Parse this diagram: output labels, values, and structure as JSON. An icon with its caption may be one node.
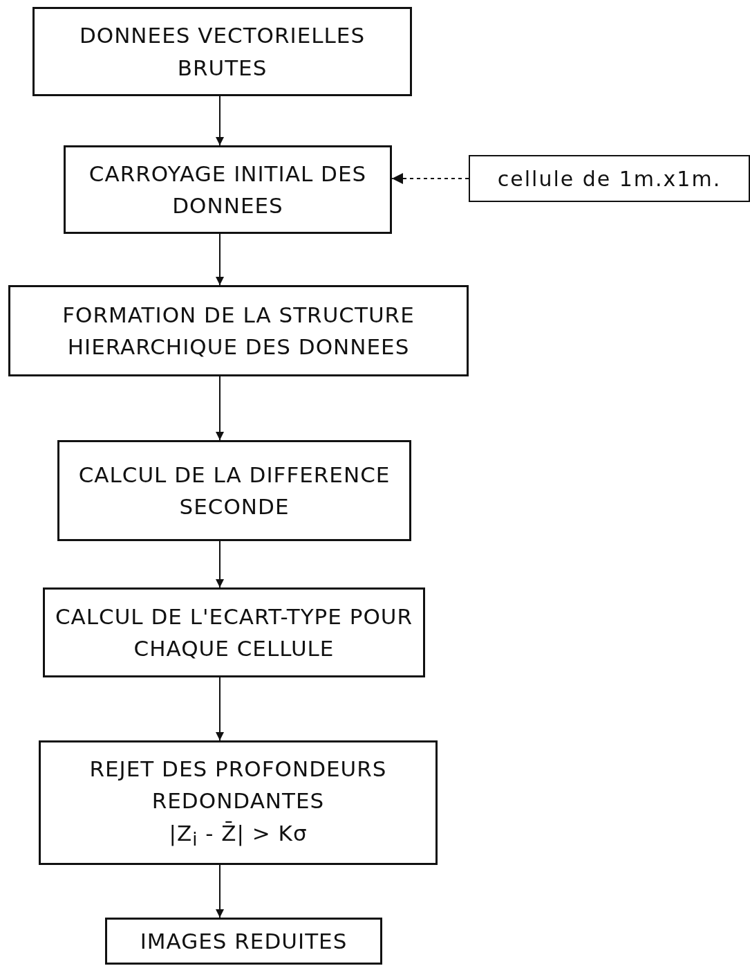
{
  "diagram": {
    "nodes": [
      {
        "text": [
          "DONNEES VECTORIELLES BRUTES"
        ]
      },
      {
        "text": [
          "CARROYAGE INITIAL DES DONNEES"
        ]
      },
      {
        "text": [
          "cellule de 1m.x1m."
        ]
      },
      {
        "text": [
          "FORMATION DE LA STRUCTURE HIERARCHIQUE DES DONNEES"
        ]
      },
      {
        "text": [
          "CALCUL DE LA DIFFERENCE SECONDE"
        ]
      },
      {
        "text": [
          "CALCUL DE L'ECART-TYPE POUR CHAQUE CELLULE"
        ]
      },
      {
        "text": [
          "REJET DES PROFONDEURS REDONDANTES",
          "|Z$_{i}$ - Z̄| > Kσ"
        ]
      },
      {
        "text": [
          "IMAGES REDUITES"
        ]
      }
    ],
    "edges": [
      {
        "from": 0,
        "to": 1,
        "arrow": "to"
      },
      {
        "from": 2,
        "to": 1,
        "arrow": "to",
        "style": "dashed"
      },
      {
        "from": 1,
        "to": 3,
        "arrow": "to"
      },
      {
        "from": 3,
        "to": 4,
        "arrow": "to"
      },
      {
        "from": 4,
        "to": 5,
        "arrow": "to"
      },
      {
        "from": 5,
        "to": 6,
        "arrow": "to"
      },
      {
        "from": 6,
        "to": 7,
        "arrow": "to"
      }
    ]
  }
}
